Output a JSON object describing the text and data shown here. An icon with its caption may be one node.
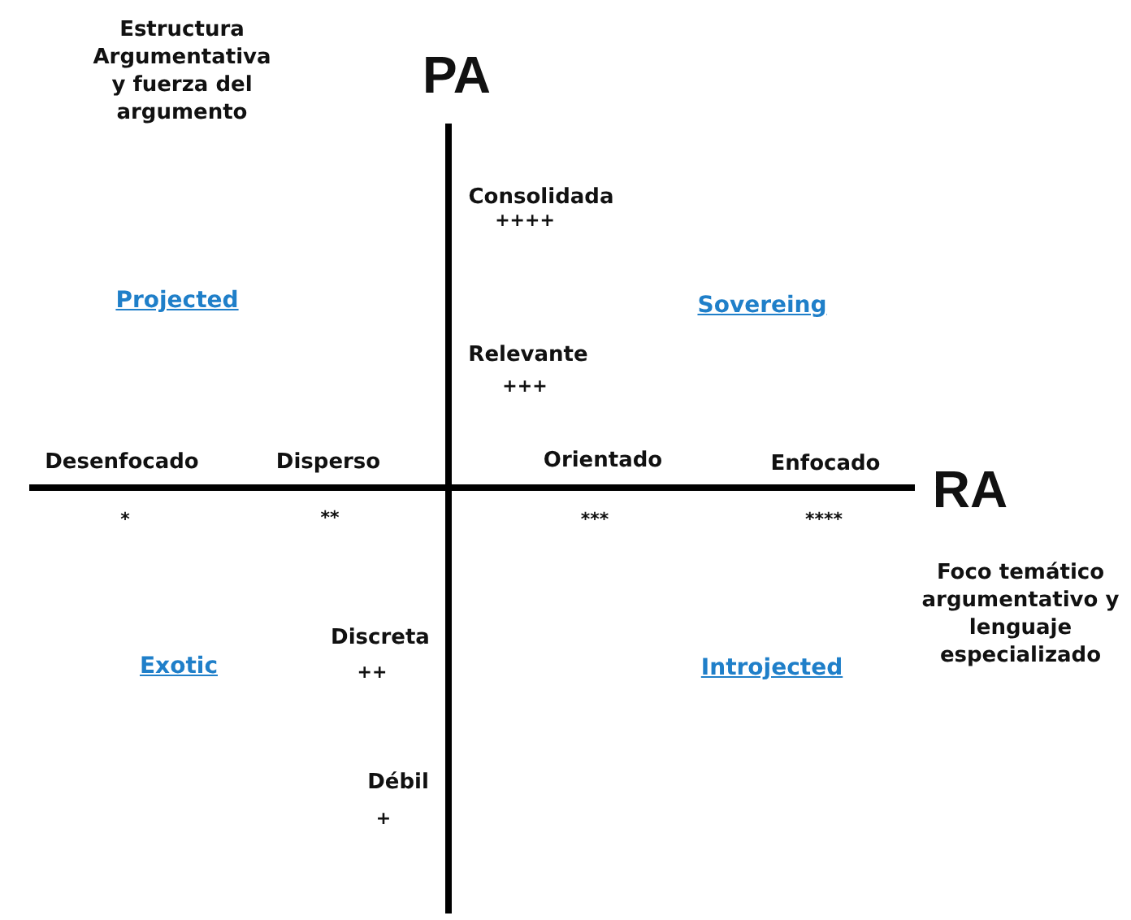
{
  "diagram": {
    "labels": [
      "Estructura Argumentativa y fuerza del argumento",
      "PA",
      "Consolidada",
      "++++",
      "Projected",
      "Sovereing",
      "Relevante",
      "+++",
      "Desenfocado",
      "Disperso",
      "Orientado",
      "Enfocado",
      "RA",
      "*",
      "**",
      "***",
      "****",
      "Foco temático argumentativo y lenguaje especializado",
      "Discreta",
      "Exotic",
      "Introjected",
      "++",
      "Débil",
      "+"
    ]
  }
}
